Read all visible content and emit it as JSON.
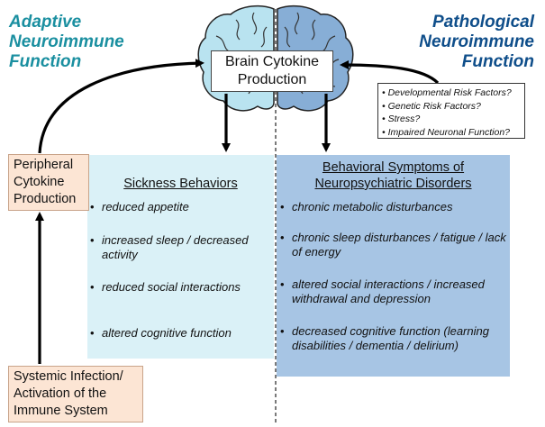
{
  "left_title": [
    "Adaptive",
    "Neuroimmune",
    "Function"
  ],
  "right_title": [
    "Pathological",
    "Neuroimmune",
    "Function"
  ],
  "center_box": [
    "Brain Cytokine",
    "Production"
  ],
  "risk_factors": [
    "Developmental Risk Factors?",
    "Genetic Risk Factors?",
    "Stress?",
    "Impaired Neuronal Function?"
  ],
  "peripheral_box": [
    "Peripheral",
    "Cytokine",
    "Production"
  ],
  "systemic_box": [
    "Systemic Infection/",
    "Activation of the",
    "Immune System"
  ],
  "sickness_panel": {
    "title": "Sickness Behaviors",
    "items": [
      "reduced appetite",
      "increased sleep / decreased activity",
      "reduced social interactions",
      "altered cognitive function"
    ]
  },
  "neuro_panel": {
    "title": [
      "Behavioral Symptoms of",
      "Neuropsychiatric Disorders"
    ],
    "items": [
      "chronic metabolic disturbances",
      "chronic sleep disturbances / fatigue / lack of energy",
      "altered social interactions / increased withdrawal and depression",
      "decreased cognitive function (learning disabilities / dementia / delirium)"
    ]
  },
  "bullet_glyph": "•",
  "colors": {
    "left_title": "#1a8fa0",
    "right_title": "#0f4e8a",
    "brain_left": "#b9e3f0",
    "brain_right": "#87aed6",
    "sickness_panel": "#daf1f7",
    "neuro_panel": "#a7c5e4",
    "orange_box": "#fce5d4"
  }
}
